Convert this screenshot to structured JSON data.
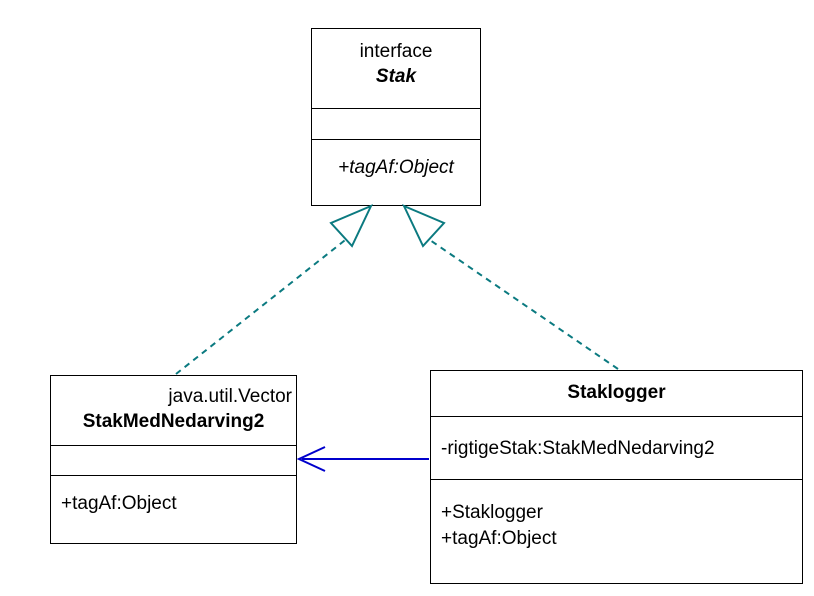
{
  "diagram": {
    "title": "UML class diagram",
    "background_color": "#ffffff",
    "line_color": "#000000",
    "realization_color": "#0b7a80",
    "association_color": "#0000cc"
  },
  "classes": {
    "interface": {
      "stereotype": "interface",
      "name": "Stak",
      "attributes": [],
      "operations": [
        "+tagAf:Object"
      ]
    },
    "vector_impl": {
      "stereotype": "java.util.Vector",
      "name": "StakMedNedarving2",
      "attributes": [],
      "operations": [
        "+tagAf:Object"
      ]
    },
    "logger": {
      "stereotype": "",
      "name": "Staklogger",
      "attributes": [
        "-rigtigeStak:StakMedNedarving2"
      ],
      "operations": [
        "+Staklogger",
        "+tagAf:Object"
      ]
    }
  },
  "relationships": [
    {
      "kind": "realization",
      "from": "StakMedNedarving2",
      "to": "Stak",
      "line_style": "dashed",
      "arrow": "hollow-triangle",
      "color": "#0b7a80"
    },
    {
      "kind": "realization",
      "from": "Staklogger",
      "to": "Stak",
      "line_style": "dashed",
      "arrow": "hollow-triangle",
      "color": "#0b7a80"
    },
    {
      "kind": "association",
      "from": "Staklogger",
      "to": "StakMedNedarving2",
      "line_style": "solid",
      "arrow": "open-arrow",
      "color": "#0000cc"
    }
  ]
}
